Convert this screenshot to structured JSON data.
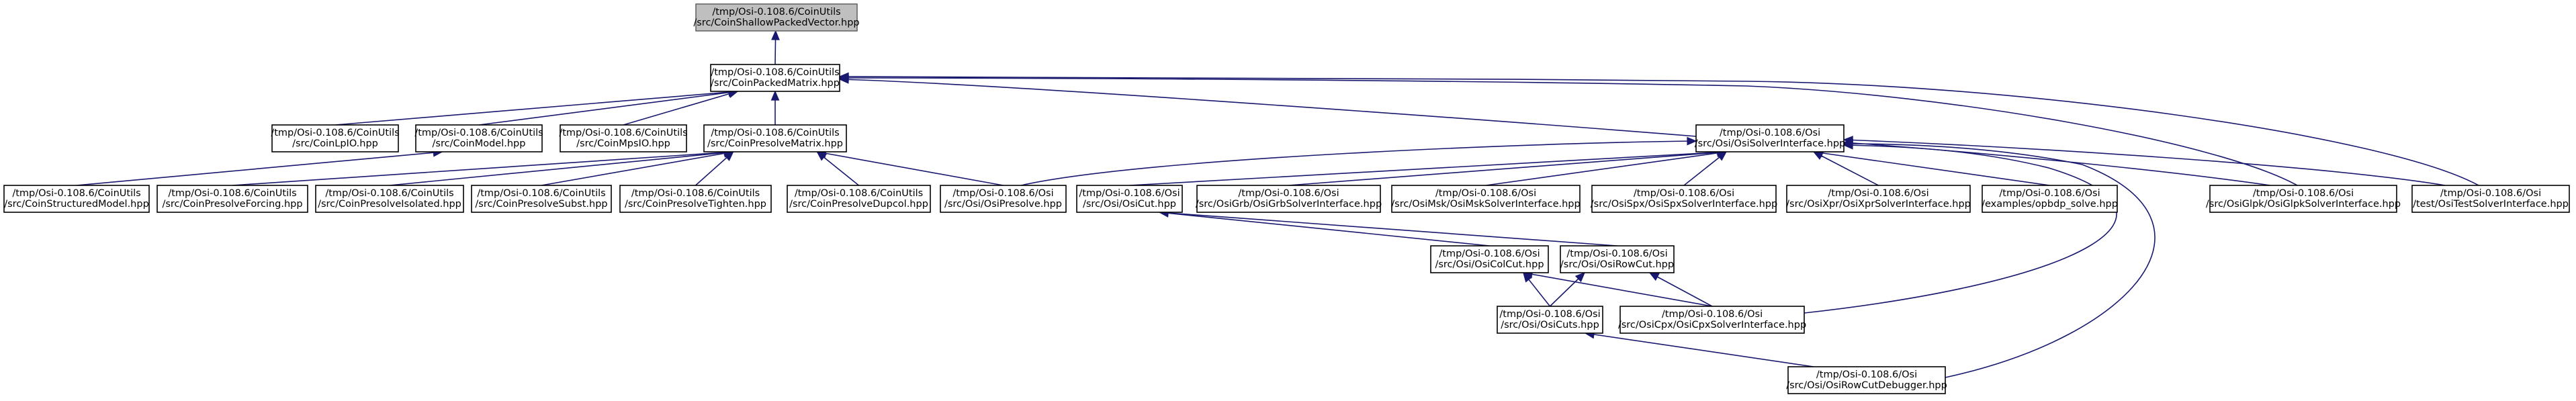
{
  "diagram": {
    "nodes": [
      {
        "id": "n_shallow",
        "lines": [
          "/tmp/Osi-0.108.6/CoinUtils",
          "/src/CoinShallowPackedVector.hpp"
        ],
        "root": true
      },
      {
        "id": "n_packedmatrix",
        "lines": [
          "/tmp/Osi-0.108.6/CoinUtils",
          "/src/CoinPackedMatrix.hpp"
        ]
      },
      {
        "id": "n_lpio",
        "lines": [
          "/tmp/Osi-0.108.6/CoinUtils",
          "/src/CoinLpIO.hpp"
        ]
      },
      {
        "id": "n_model",
        "lines": [
          "/tmp/Osi-0.108.6/CoinUtils",
          "/src/CoinModel.hpp"
        ]
      },
      {
        "id": "n_mpsio",
        "lines": [
          "/tmp/Osi-0.108.6/CoinUtils",
          "/src/CoinMpsIO.hpp"
        ]
      },
      {
        "id": "n_presolvematrix",
        "lines": [
          "/tmp/Osi-0.108.6/CoinUtils",
          "/src/CoinPresolveMatrix.hpp"
        ]
      },
      {
        "id": "n_solverinterface",
        "lines": [
          "/tmp/Osi-0.108.6/Osi",
          "/src/Osi/OsiSolverInterface.hpp"
        ]
      },
      {
        "id": "n_structuredmodel",
        "lines": [
          "/tmp/Osi-0.108.6/CoinUtils",
          "/src/CoinStructuredModel.hpp"
        ]
      },
      {
        "id": "n_forcing",
        "lines": [
          "/tmp/Osi-0.108.6/CoinUtils",
          "/src/CoinPresolveForcing.hpp"
        ]
      },
      {
        "id": "n_isolated",
        "lines": [
          "/tmp/Osi-0.108.6/CoinUtils",
          "/src/CoinPresolveIsolated.hpp"
        ]
      },
      {
        "id": "n_subst",
        "lines": [
          "/tmp/Osi-0.108.6/CoinUtils",
          "/src/CoinPresolveSubst.hpp"
        ]
      },
      {
        "id": "n_tighten",
        "lines": [
          "/tmp/Osi-0.108.6/CoinUtils",
          "/src/CoinPresolveTighten.hpp"
        ]
      },
      {
        "id": "n_dupcol",
        "lines": [
          "/tmp/Osi-0.108.6/CoinUtils",
          "/src/CoinPresolveDupcol.hpp"
        ]
      },
      {
        "id": "n_osipresolve",
        "lines": [
          "/tmp/Osi-0.108.6/Osi",
          "/src/Osi/OsiPresolve.hpp"
        ]
      },
      {
        "id": "n_osicut",
        "lines": [
          "/tmp/Osi-0.108.6/Osi",
          "/src/Osi/OsiCut.hpp"
        ]
      },
      {
        "id": "n_grb",
        "lines": [
          "/tmp/Osi-0.108.6/Osi",
          "/src/OsiGrb/OsiGrbSolverInterface.hpp"
        ]
      },
      {
        "id": "n_msk",
        "lines": [
          "/tmp/Osi-0.108.6/Osi",
          "/src/OsiMsk/OsiMskSolverInterface.hpp"
        ]
      },
      {
        "id": "n_spx",
        "lines": [
          "/tmp/Osi-0.108.6/Osi",
          "/src/OsiSpx/OsiSpxSolverInterface.hpp"
        ]
      },
      {
        "id": "n_xpr",
        "lines": [
          "/tmp/Osi-0.108.6/Osi",
          "/src/OsiXpr/OsiXprSolverInterface.hpp"
        ]
      },
      {
        "id": "n_opbdp",
        "lines": [
          "/tmp/Osi-0.108.6/Osi",
          "/examples/opbdp_solve.hpp"
        ]
      },
      {
        "id": "n_glpk",
        "lines": [
          "/tmp/Osi-0.108.6/Osi",
          "/src/OsiGlpk/OsiGlpkSolverInterface.hpp"
        ]
      },
      {
        "id": "n_testsolver",
        "lines": [
          "/tmp/Osi-0.108.6/Osi",
          "/test/OsiTestSolverInterface.hpp"
        ]
      },
      {
        "id": "n_colcut",
        "lines": [
          "/tmp/Osi-0.108.6/Osi",
          "/src/Osi/OsiColCut.hpp"
        ]
      },
      {
        "id": "n_rowcut",
        "lines": [
          "/tmp/Osi-0.108.6/Osi",
          "/src/Osi/OsiRowCut.hpp"
        ]
      },
      {
        "id": "n_cuts",
        "lines": [
          "/tmp/Osi-0.108.6/Osi",
          "/src/Osi/OsiCuts.hpp"
        ]
      },
      {
        "id": "n_cpx",
        "lines": [
          "/tmp/Osi-0.108.6/Osi",
          "/src/OsiCpx/OsiCpxSolverInterface.hpp"
        ]
      },
      {
        "id": "n_rowcutdebugger",
        "lines": [
          "/tmp/Osi-0.108.6/Osi",
          "/src/Osi/OsiRowCutDebugger.hpp"
        ]
      }
    ],
    "edges": [
      {
        "from": "n_packedmatrix",
        "to": "n_shallow"
      },
      {
        "from": "n_lpio",
        "to": "n_packedmatrix"
      },
      {
        "from": "n_model",
        "to": "n_packedmatrix"
      },
      {
        "from": "n_mpsio",
        "to": "n_packedmatrix"
      },
      {
        "from": "n_presolvematrix",
        "to": "n_packedmatrix"
      },
      {
        "from": "n_solverinterface",
        "to": "n_packedmatrix"
      },
      {
        "from": "n_glpk",
        "to": "n_packedmatrix"
      },
      {
        "from": "n_testsolver",
        "to": "n_packedmatrix"
      },
      {
        "from": "n_structuredmodel",
        "to": "n_model"
      },
      {
        "from": "n_forcing",
        "to": "n_presolvematrix"
      },
      {
        "from": "n_isolated",
        "to": "n_presolvematrix"
      },
      {
        "from": "n_subst",
        "to": "n_presolvematrix"
      },
      {
        "from": "n_tighten",
        "to": "n_presolvematrix"
      },
      {
        "from": "n_dupcol",
        "to": "n_presolvematrix"
      },
      {
        "from": "n_osipresolve",
        "to": "n_presolvematrix"
      },
      {
        "from": "n_osipresolve",
        "to": "n_solverinterface"
      },
      {
        "from": "n_osicut",
        "to": "n_solverinterface"
      },
      {
        "from": "n_grb",
        "to": "n_solverinterface"
      },
      {
        "from": "n_msk",
        "to": "n_solverinterface"
      },
      {
        "from": "n_spx",
        "to": "n_solverinterface"
      },
      {
        "from": "n_xpr",
        "to": "n_solverinterface"
      },
      {
        "from": "n_opbdp",
        "to": "n_solverinterface"
      },
      {
        "from": "n_glpk",
        "to": "n_solverinterface"
      },
      {
        "from": "n_testsolver",
        "to": "n_solverinterface"
      },
      {
        "from": "n_cpx",
        "to": "n_solverinterface"
      },
      {
        "from": "n_rowcutdebugger",
        "to": "n_solverinterface"
      },
      {
        "from": "n_colcut",
        "to": "n_osicut"
      },
      {
        "from": "n_rowcut",
        "to": "n_osicut"
      },
      {
        "from": "n_cuts",
        "to": "n_colcut"
      },
      {
        "from": "n_cpx",
        "to": "n_colcut"
      },
      {
        "from": "n_cuts",
        "to": "n_rowcut"
      },
      {
        "from": "n_cpx",
        "to": "n_rowcut"
      },
      {
        "from": "n_rowcutdebugger",
        "to": "n_cuts"
      }
    ]
  }
}
